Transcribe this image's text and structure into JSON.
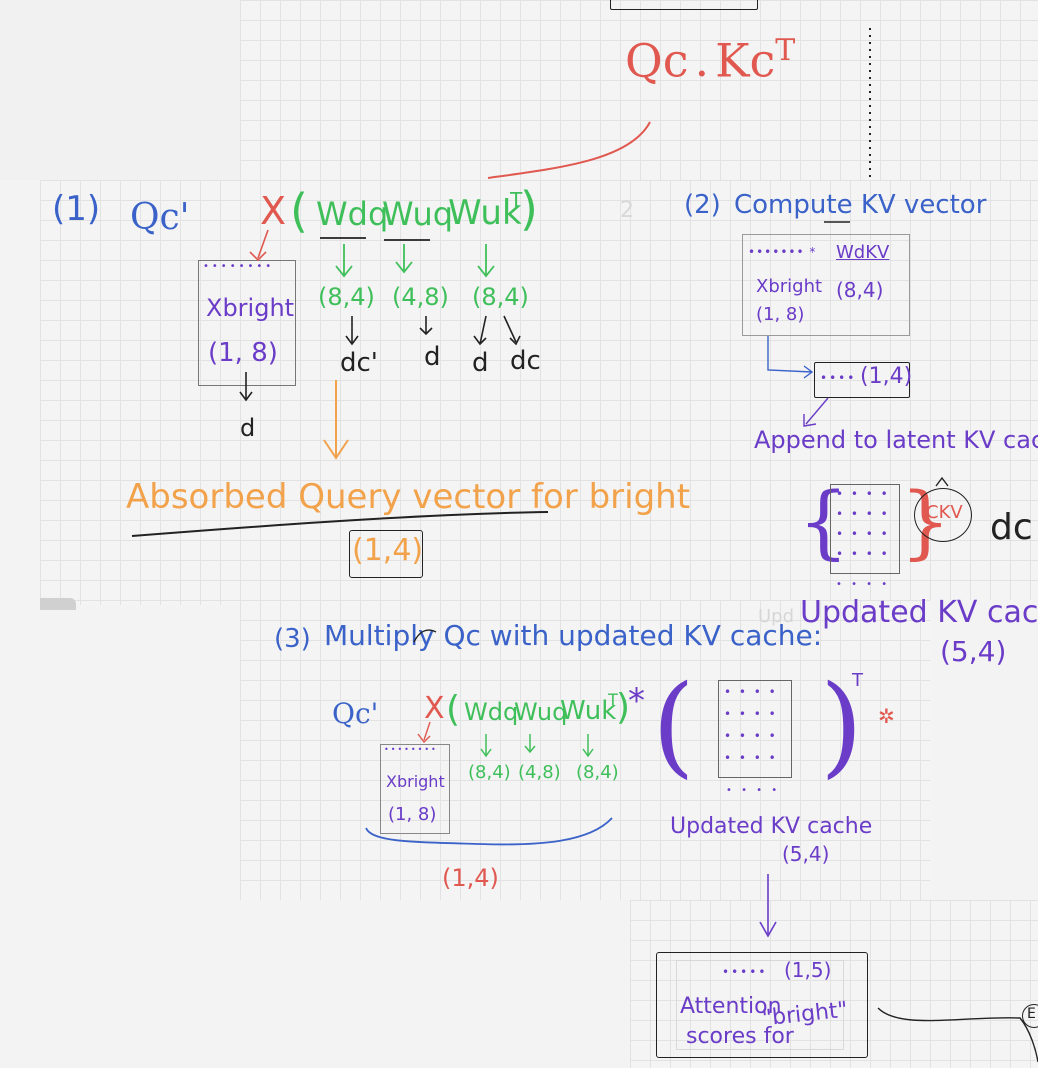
{
  "top": {
    "formula_q": "Qc",
    "formula_dot": ".",
    "formula_k": "Kc",
    "formula_t": "T"
  },
  "section1": {
    "label": "(1)",
    "q_symbol": "Qc'",
    "x_symbol": "X",
    "open_paren": "(",
    "close_paren": ")",
    "w_dq": "Wdq",
    "w_uq": "Wuq",
    "w_uk": "Wuk",
    "w_uk_t": "T",
    "dim_dq": "(8,4)",
    "dim_uq": "(4,8)",
    "dim_uk": "(8,4)",
    "dc_prime": "dc'",
    "d_1": "d",
    "d_2": "d",
    "dc": "dc",
    "x_box_dots": "••••••••",
    "x_bright": "Xbright",
    "x_dim": "(1, 8)",
    "x_d": "d",
    "absorbed_text": "Absorbed Query vector for bright",
    "result_dim": "(1,4)"
  },
  "section2": {
    "label": "(2)",
    "title": "Compute KV vector",
    "box_dots": "••••••• *",
    "w_dkv": "WdKV",
    "x_bright": "Xbright",
    "dim_w": "(8,4)",
    "dim_x": "(1, 8)",
    "result_dots": "••••",
    "result_dim": "(1,4)",
    "append_text": "Append to latent KV cach",
    "ckv": "CKV",
    "dc": "dc",
    "cache_rows": [
      "• • • •",
      "• • • •",
      "• • • •",
      "• • • •"
    ],
    "updated_title": "Updated KV cache",
    "updated_dim": "(5,4)",
    "faded_left": "2",
    "faded_mid": "Upd"
  },
  "section3": {
    "label": "(3)",
    "title": "Multiply Qc with updated KV cache:",
    "q_symbol": "Qc'",
    "x_symbol": "X",
    "open_paren": "(",
    "close_paren": ")",
    "w_dq": "Wdq",
    "w_uq": "Wuq",
    "w_uk": "Wuk",
    "w_uk_t": "T",
    "star": "*",
    "dim_dq": "(8,4)",
    "dim_uq": "(4,8)",
    "dim_uk": "(8,4)",
    "x_box_dots": "••••••••",
    "x_bright": "Xbright",
    "x_dim": "(1, 8)",
    "brace_dim": "(1,4)",
    "cache_rows": [
      "• • • •",
      "• • • •",
      "• • • •",
      "• • • •"
    ],
    "cache_bottom_dots": "• • • •",
    "t_symbol": "T",
    "updated_title": "Updated KV cache",
    "updated_dim": "(5,4)",
    "attn_dots": "•••••",
    "attn_dim": "(1,5)",
    "attn_line1": "Attention",
    "attn_line2": "scores for",
    "attn_word": "\"bright\"",
    "edge_symbol": "E"
  },
  "colors": {
    "blue": "#3a62c8",
    "green": "#3fbf5a",
    "red": "#e0584f",
    "purple": "#6a3cc8",
    "orange": "#f2a24a",
    "black": "#222222"
  }
}
